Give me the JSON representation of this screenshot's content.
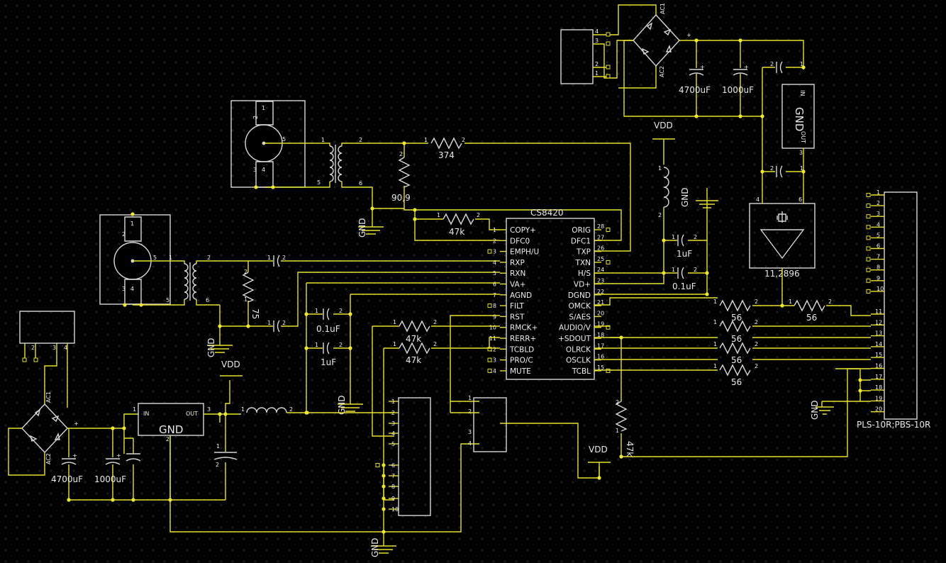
{
  "ic": {
    "name": "CS8420",
    "left_pins": [
      {
        "num": "1",
        "name": "COPY+"
      },
      {
        "num": "2",
        "name": "DFC0"
      },
      {
        "num": "3",
        "name": "EMPH/U"
      },
      {
        "num": "4",
        "name": "RXP"
      },
      {
        "num": "5",
        "name": "RXN"
      },
      {
        "num": "6",
        "name": "VA+"
      },
      {
        "num": "7",
        "name": "AGND"
      },
      {
        "num": "8",
        "name": "FILT"
      },
      {
        "num": "9",
        "name": "RST"
      },
      {
        "num": "10",
        "name": "RMCK+"
      },
      {
        "num": "11",
        "name": "RERR+"
      },
      {
        "num": "12",
        "name": "TCBLD"
      },
      {
        "num": "13",
        "name": "PRO/C"
      },
      {
        "num": "14",
        "name": "MUTE"
      }
    ],
    "right_pins": [
      {
        "num": "28",
        "name": "ORIG"
      },
      {
        "num": "27",
        "name": "DFC1"
      },
      {
        "num": "26",
        "name": "TXP"
      },
      {
        "num": "25",
        "name": "TXN"
      },
      {
        "num": "24",
        "name": "H/S"
      },
      {
        "num": "23",
        "name": "VD+"
      },
      {
        "num": "22",
        "name": "DGND"
      },
      {
        "num": "21",
        "name": "OMCK"
      },
      {
        "num": "20",
        "name": "S/AES"
      },
      {
        "num": "19",
        "name": "AUDIO/V"
      },
      {
        "num": "18",
        "name": "+SDOUT"
      },
      {
        "num": "17",
        "name": "OLRCK"
      },
      {
        "num": "16",
        "name": "OSCLK"
      },
      {
        "num": "15",
        "name": "TCBL"
      }
    ]
  },
  "connector": {
    "name": "PLS-10R;PBS-10R",
    "left_pins": [
      "1",
      "2",
      "3",
      "4",
      "5",
      "6",
      "7",
      "8",
      "9",
      "10"
    ],
    "right_pins": [
      "11",
      "12",
      "13",
      "14",
      "15",
      "16",
      "17",
      "18",
      "19",
      "20"
    ]
  },
  "labels": {
    "r374": "374",
    "r909": "90,9",
    "r47k_top": "47k",
    "r75": "75",
    "r47k_a": "47k",
    "r47k_b": "47k",
    "r47k_v": "47k",
    "r56_1": "56",
    "r56_2": "56",
    "r56_3": "56",
    "r56_4": "56",
    "r56_5": "56",
    "c01_a": "0.1uF",
    "c1_a": "1uF",
    "c1_b": "1uF",
    "c01_b": "0.1uF",
    "cap4700_top": "4700uF",
    "cap1000_top": "1000uF",
    "cap4700_bot": "4700uF",
    "cap1000_bot": "1000uF",
    "osc": "11,2896",
    "vdd_top": "VDD",
    "vdd_mid": "VDD",
    "vdd_bot": "VDD",
    "gnd": "GND",
    "reg_gnd": "GND",
    "reg_in": "IN",
    "reg_out": "OUT",
    "ac1": "AC1",
    "ac2": "AC2"
  },
  "colors": {
    "background": "#000000",
    "wire": "#e8e030",
    "component": "#d8d8d8",
    "text": "#e8e8e8"
  }
}
